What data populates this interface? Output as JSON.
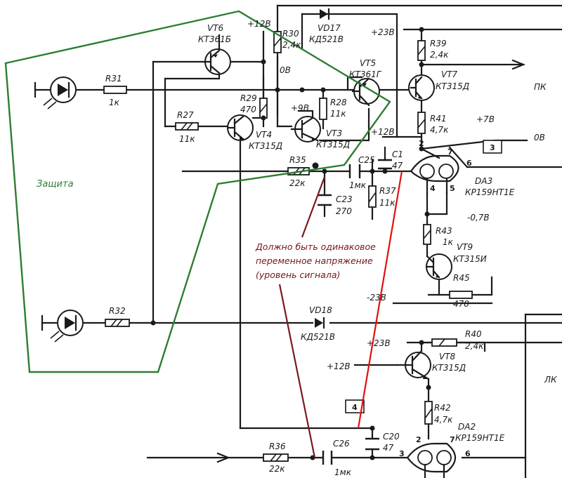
{
  "labels": {
    "r31": "R31",
    "r31v": "1к",
    "r32": "R32",
    "r27": "R27",
    "r27v": "11к",
    "r29": "R29",
    "r29v": "470",
    "r28": "R28",
    "r28v": "11к",
    "r30": "R30",
    "r30v": "2,4к",
    "r39": "R39",
    "r39v": "2,4к",
    "r41": "R41",
    "r41v": "4,7к",
    "r35": "R35",
    "r35v": "22к",
    "r36": "R36",
    "r36v": "22к",
    "r37": "R37",
    "r37v": "11к",
    "r43": "R43",
    "r43v": "1к",
    "r45": "R45",
    "r45v": "470",
    "r40": "R40",
    "r40v": "2,4к",
    "r42": "R42",
    "r42v": "4,7к",
    "c23": "C23",
    "c23v": "270",
    "c25": "C25",
    "c25v": "1мк",
    "c26": "C26",
    "c26v": "1мк",
    "c19": "C1",
    "c19v": "47",
    "c20": "C20",
    "c20v": "47",
    "vt6": "VT6",
    "vt6t": "КТ361Б",
    "vt5": "VT5",
    "vt5t": "КТ361Г",
    "vt4": "VT4",
    "vt4t": "КТ315Д",
    "vt3": "VT3",
    "vt3t": "КТ315Д",
    "vt7": "VT7",
    "vt7t": "КТ315Д",
    "vt8": "VT8",
    "vt8t": "КТ315Д",
    "vt9": "VT9",
    "vt9t": "КТ315И",
    "vd17": "VD17",
    "vd17t": "КД521В",
    "vd18": "VD18",
    "vd18t": "КД521В",
    "da3": "DA3",
    "da3t": "КР159НТ1Е",
    "da2": "DA2",
    "da2t": "КР159НТ1Е",
    "v12a": "+12В",
    "v12b": "+12В",
    "v12c": "+12В",
    "v23a": "+23В",
    "v23b": "+23В",
    "vm23": "-23В",
    "v0a": "0В",
    "v0b": "0В",
    "v9": "+9В",
    "v7": "+7В",
    "vm07": "-0,7В",
    "pk": "ПК",
    "lk": "ЛК",
    "box3": "3",
    "box4": "4",
    "pins": {
      "p2a": "2",
      "p7a": "7",
      "p6a": "6",
      "p4a": "4",
      "p5a": "5",
      "p2b": "2",
      "p7b": "7",
      "p6b": "6",
      "p3b": "3"
    }
  },
  "annotations": {
    "protection": "Защита",
    "note_line1": "Должно быть одинаковое",
    "note_line2": "переменное напряжение",
    "note_line3": "(уровень сигнала)"
  },
  "colors": {
    "protection": "#2e7d32",
    "note": "#7a1414",
    "red_line": "#e01010"
  }
}
